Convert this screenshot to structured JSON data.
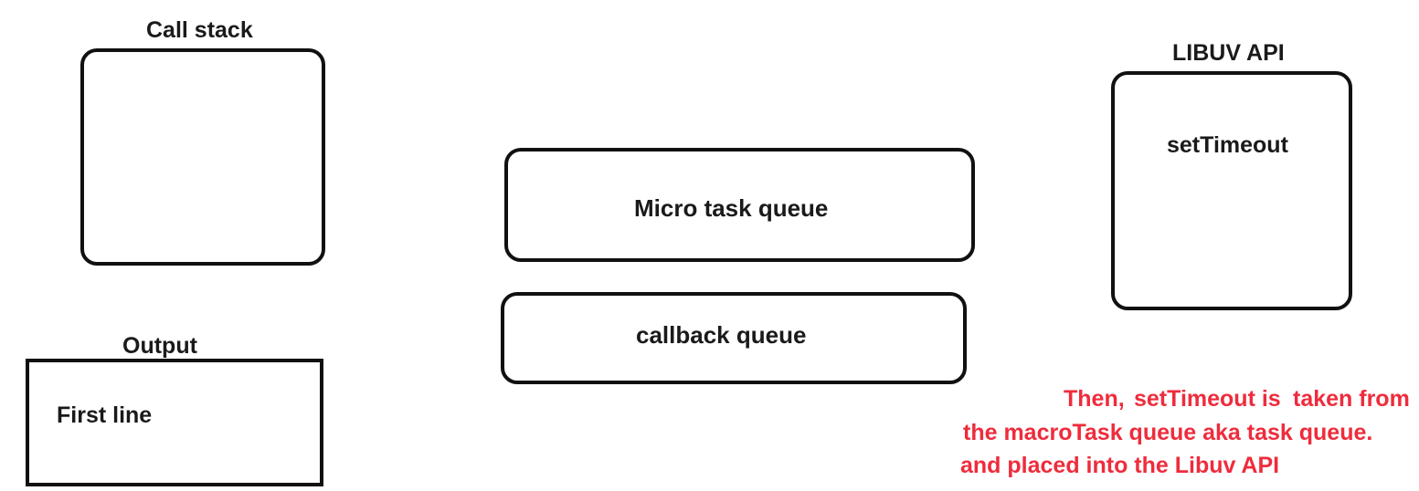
{
  "call_stack": {
    "title": "Call stack"
  },
  "output": {
    "title": "Output",
    "content": "First line"
  },
  "micro_task_queue": {
    "label": "Micro task queue"
  },
  "callback_queue": {
    "label": "callback queue"
  },
  "libuv_api": {
    "title": "LIBUV API",
    "content": "setTimeout"
  },
  "annotation": {
    "color": "#ee2c3c",
    "part1": "Then,",
    "part2": "setTimeout is",
    "part3": "taken from",
    "line2": "the macroTask queue aka task queue.",
    "line3": "and placed into the Libuv API"
  }
}
